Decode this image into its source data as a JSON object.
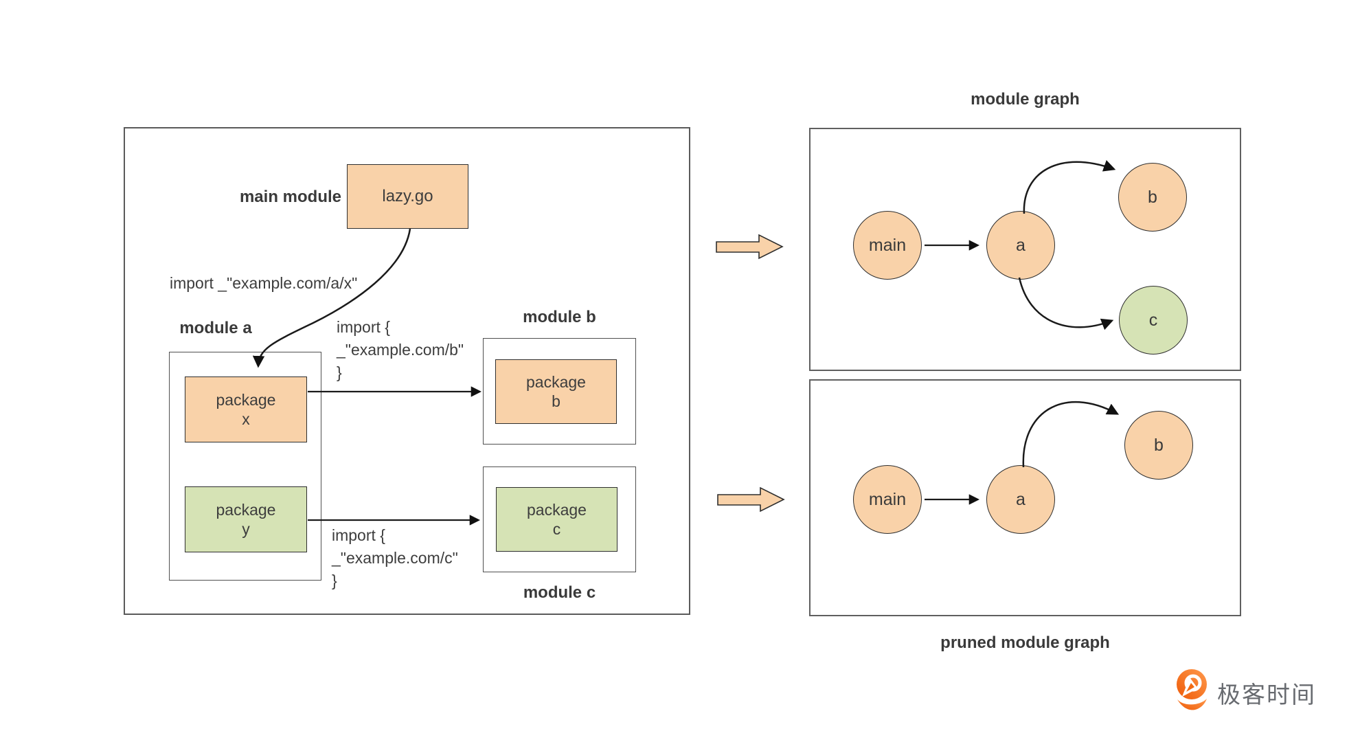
{
  "diagram": {
    "source": {
      "main_module_label": "main module",
      "lazy_go": "lazy.go",
      "import_ax": "import _\"example.com/a/x\"",
      "module_a_title": "module a",
      "module_b_title": "module b",
      "module_c_title": "module c",
      "package_x_line1": "package",
      "package_x_line2": "x",
      "package_y_line1": "package",
      "package_y_line2": "y",
      "package_b_line1": "package",
      "package_b_line2": "b",
      "package_c_line1": "package",
      "package_c_line2": "c",
      "import_b_line1": "import {",
      "import_b_line2": "_\"example.com/b\"",
      "import_b_line3": "}",
      "import_c_line1": "import {",
      "import_c_line2": "_\"example.com/c\"",
      "import_c_line3": "}"
    },
    "module_graph": {
      "title": "module graph",
      "nodes": {
        "main": "main",
        "a": "a",
        "b": "b",
        "c": "c"
      }
    },
    "pruned_graph": {
      "title": "pruned module graph",
      "nodes": {
        "main": "main",
        "a": "a",
        "b": "b"
      }
    },
    "colors": {
      "orange_fill": "#f9d2a9",
      "green_fill": "#d6e3b5",
      "box_stroke_dark": "#2e2e2e",
      "box_stroke_gray": "#5a5a5a",
      "arrow_stroke": "#1a1a1a",
      "text": "#3d3d3d",
      "logo_orange": "#f3660f",
      "logo_text_gray": "#686b70"
    }
  },
  "footer": {
    "brand": "极客时间"
  }
}
